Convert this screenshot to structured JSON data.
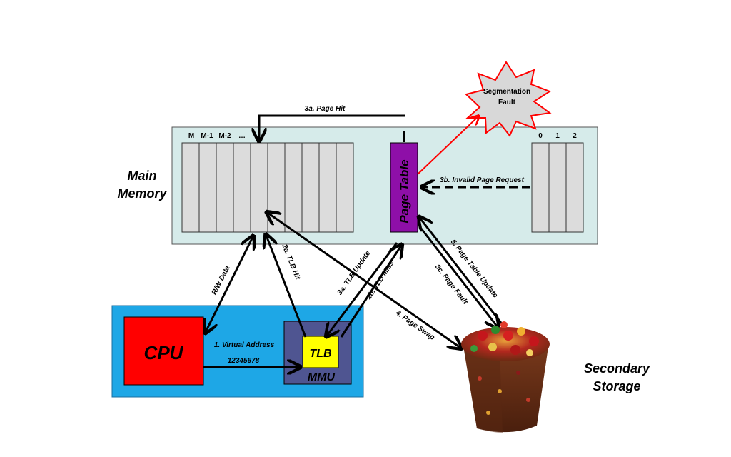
{
  "main_memory": {
    "label_line1": "Main",
    "label_line2": "Memory",
    "left_slot_labels": [
      "M",
      "M-1",
      "M-2",
      "…"
    ],
    "right_slot_labels": [
      "0",
      "1",
      "2"
    ]
  },
  "page_table": {
    "label": "Page Table"
  },
  "segmentation_fault": {
    "line1": "Segmentation",
    "line2": "Fault"
  },
  "cpu_box": {
    "cpu_label": "CPU",
    "tlb_label": "TLB",
    "mmu_label": "MMU"
  },
  "secondary_storage": {
    "line1": "Secondary",
    "line2": "Storage"
  },
  "arrows": {
    "page_hit": "3a. Page Hit",
    "invalid_request": "3b. Invalid Page Request",
    "rw_data": "R/W Data",
    "tlb_hit": "2a. TLB Hit",
    "tlb_update": "3a. TLB Update",
    "tlb_miss": "2b. TLB Miss",
    "page_swap": "4. Page Swap",
    "page_fault": "3c. Page Fault",
    "page_table_update": "5. Page Table Update",
    "virtual_address": "1. Virtual Address",
    "address_value": "12345678"
  },
  "colors": {
    "memory_bg": "#d6ebea",
    "cpu_panel": "#1ea7e6",
    "cpu": "#ff0000",
    "mmu": "#4f5591",
    "tlb": "#ffff00",
    "page_table": "#8e0fa8",
    "fault_burst": "#d8d8d8",
    "fault_outline": "#ff0000"
  }
}
